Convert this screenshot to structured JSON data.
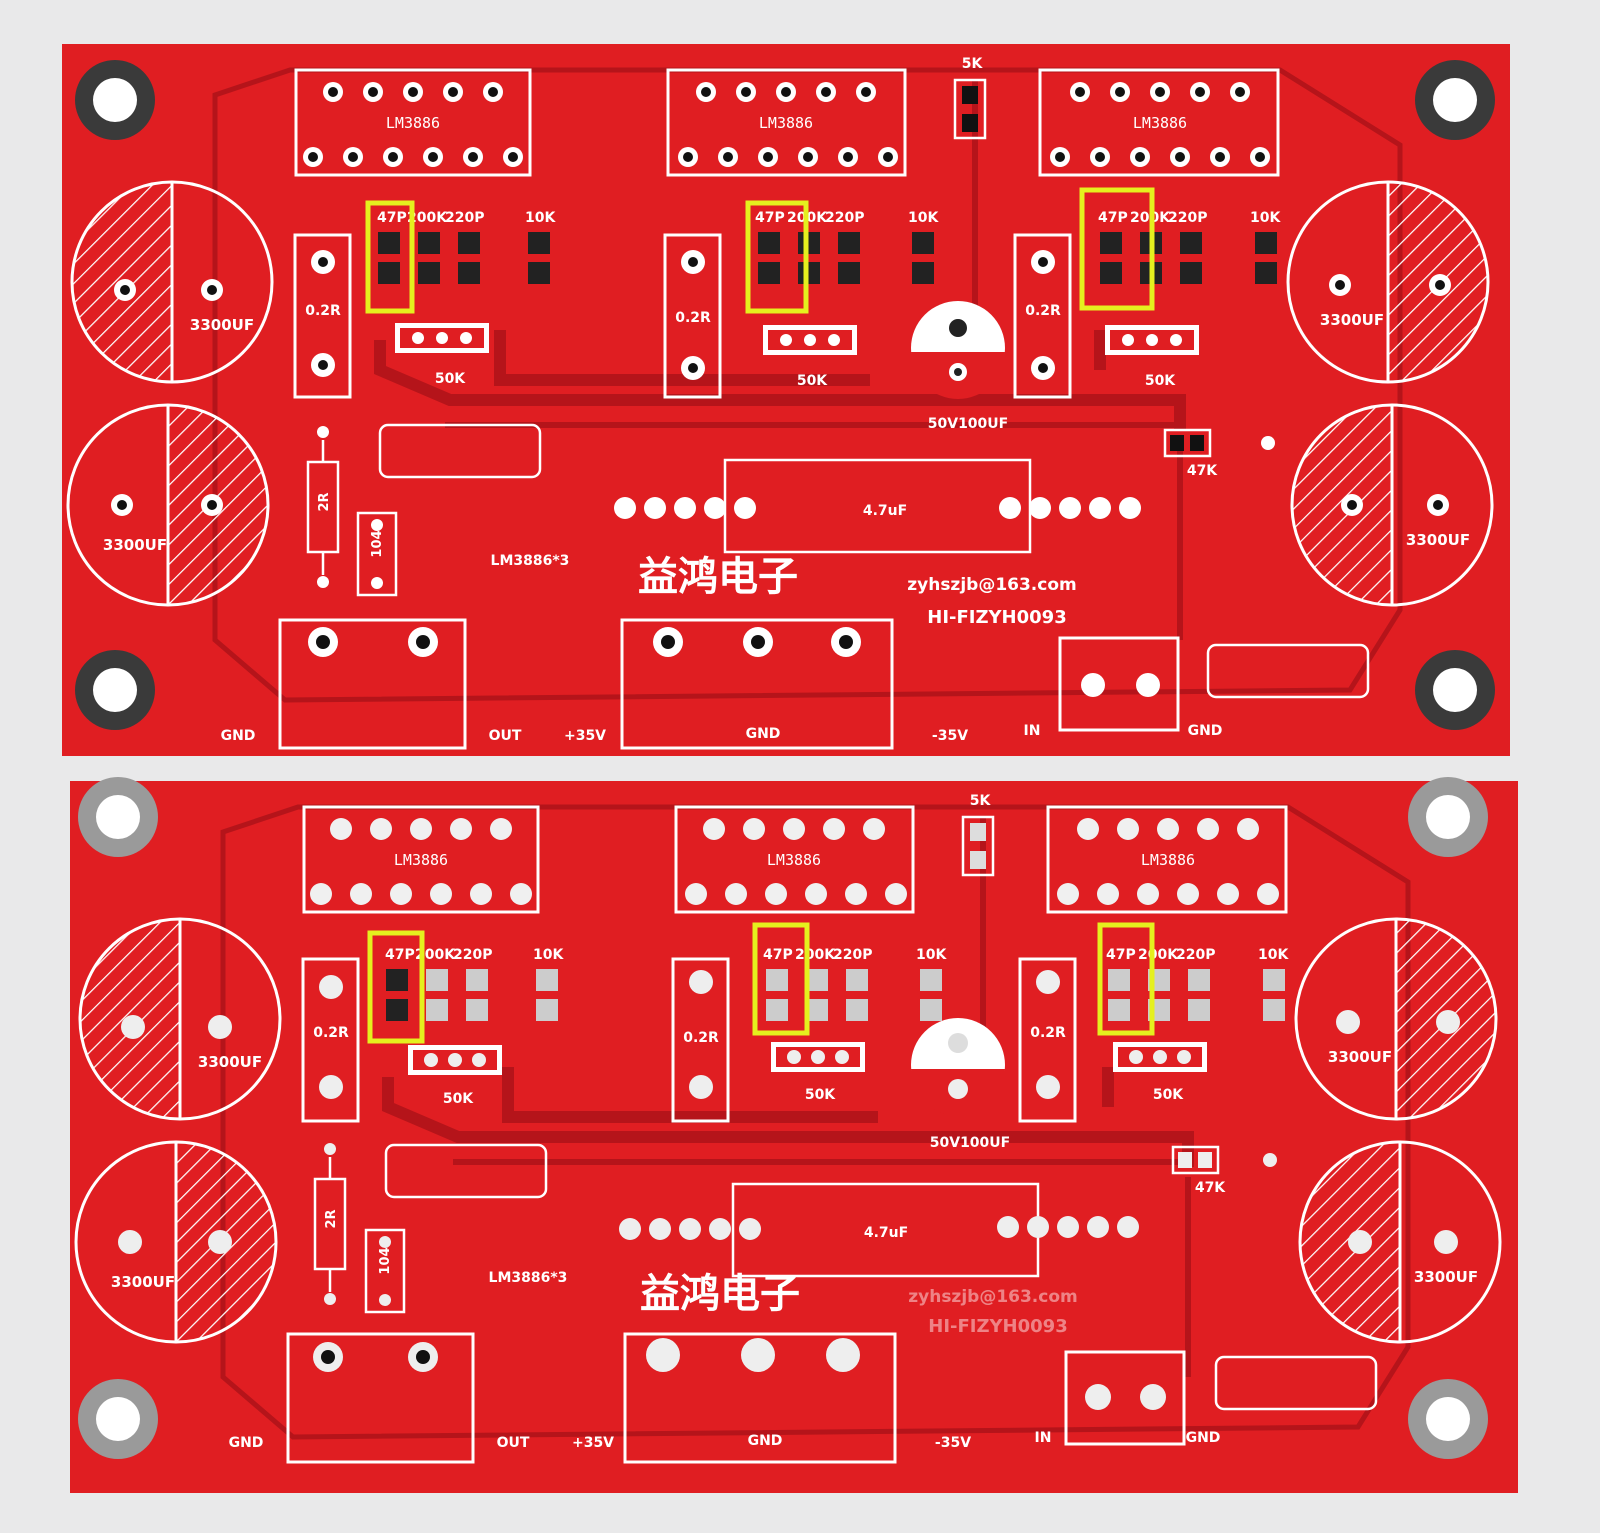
{
  "boards": [
    {
      "ic_labels": [
        "LM3886",
        "LM3886",
        "LM3886"
      ],
      "cap_row_labels": [
        {
          "c1": "47P",
          "c2": "200K",
          "c3": "220P",
          "c4": "10K"
        },
        {
          "c1": "47P",
          "c2": "200K",
          "c3": "220P",
          "c4": "10K"
        },
        {
          "c1": "47P",
          "c2": "200K",
          "c3": "220P",
          "c4": "10K"
        }
      ],
      "resistor_02r": [
        "0.2R",
        "0.2R",
        "0.2R"
      ],
      "pot_labels": [
        "50K",
        "50K",
        "50K"
      ],
      "bulk_caps": [
        "3300UF",
        "3300UF",
        "3300UF",
        "3300UF"
      ],
      "top_trim": "5K",
      "center_cap": "50V100UF",
      "input_res": "47K",
      "film_cap": "4.7uF",
      "res_2r": "2R",
      "cap_104": "104",
      "board_name": "LM3886*3",
      "brand_cn": "益鸿电子",
      "email": "zyhszjb@163.com",
      "model": "HI-FIZYH0093",
      "bottom_labels": {
        "gnd1": "GND",
        "out": "OUT",
        "v_pos": "+35V",
        "gnd2": "GND",
        "v_neg": "-35V",
        "in": "IN",
        "gnd3": "GND"
      }
    },
    {
      "ic_labels": [
        "LM3886",
        "LM3886",
        "LM3886"
      ],
      "cap_row_labels": [
        {
          "c1": "47P",
          "c2": "200K",
          "c3": "220P",
          "c4": "10K"
        },
        {
          "c1": "47P",
          "c2": "200K",
          "c3": "220P",
          "c4": "10K"
        },
        {
          "c1": "47P",
          "c2": "200K",
          "c3": "220P",
          "c4": "10K"
        }
      ],
      "resistor_02r": [
        "0.2R",
        "0.2R",
        "0.2R"
      ],
      "pot_labels": [
        "50K",
        "50K",
        "50K"
      ],
      "bulk_caps": [
        "3300UF",
        "3300UF",
        "3300UF",
        "3300UF"
      ],
      "top_trim": "5K",
      "center_cap": "50V100UF",
      "input_res": "47K",
      "film_cap": "4.7uF",
      "res_2r": "2R",
      "cap_104": "104",
      "board_name": "LM3886*3",
      "brand_cn": "益鸿电子",
      "email": "zyhszjb@163.com",
      "model": "HI-FIZYH0093",
      "bottom_labels": {
        "gnd1": "GND",
        "out": "OUT",
        "v_pos": "+35V",
        "gnd2": "GND",
        "v_neg": "-35V",
        "in": "IN",
        "gnd3": "GND"
      }
    }
  ],
  "colors": {
    "pcb_red": "#e01e22",
    "trace_red": "#b5141a",
    "silkscreen": "#ffffff",
    "highlight_box": "#e5f01e",
    "background": "#e9e9ea"
  }
}
